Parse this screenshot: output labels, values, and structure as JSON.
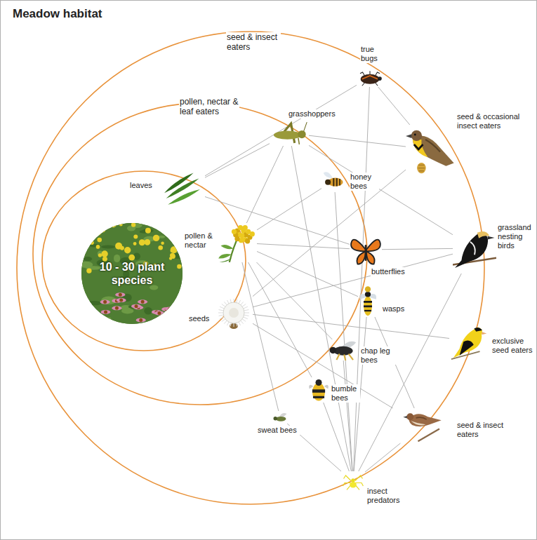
{
  "diagram": {
    "title": "Meadow habitat",
    "nodes": [
      {
        "text": [
          "10 - 30 plant species"
        ]
      },
      {
        "text": [
          "leaves"
        ]
      },
      {
        "text": [
          "pollen & nectar"
        ]
      },
      {
        "text": [
          "seeds"
        ]
      },
      {
        "text": [
          "true bugs"
        ]
      },
      {
        "text": [
          "grasshoppers"
        ]
      },
      {
        "text": [
          "honey bees"
        ]
      },
      {
        "text": [
          "butterflies"
        ]
      },
      {
        "text": [
          "wasps"
        ]
      },
      {
        "text": [
          "chap leg bees"
        ]
      },
      {
        "text": [
          "bumble bees"
        ]
      },
      {
        "text": [
          "sweat bees"
        ]
      },
      {
        "text": [
          "seed & occasional insect eaters"
        ]
      },
      {
        "text": [
          "grassland nesting birds"
        ]
      },
      {
        "text": [
          "exclusive seed eaters"
        ]
      },
      {
        "text": [
          "seed & insect eaters"
        ]
      },
      {
        "text": [
          "insect predators"
        ]
      }
    ],
    "edges": [
      {
        "from": 1,
        "to": 4,
        "arrow": "none"
      },
      {
        "from": 1,
        "to": 5,
        "arrow": "none"
      },
      {
        "from": 1,
        "to": 7,
        "arrow": "none"
      },
      {
        "from": 2,
        "to": 5,
        "arrow": "none"
      },
      {
        "from": 2,
        "to": 6,
        "arrow": "none"
      },
      {
        "from": 2,
        "to": 7,
        "arrow": "none"
      },
      {
        "from": 2,
        "to": 8,
        "arrow": "none"
      },
      {
        "from": 2,
        "to": 9,
        "arrow": "none"
      },
      {
        "from": 2,
        "to": 10,
        "arrow": "none"
      },
      {
        "from": 2,
        "to": 11,
        "arrow": "none"
      },
      {
        "from": 3,
        "to": 12,
        "arrow": "none"
      },
      {
        "from": 3,
        "to": 13,
        "arrow": "none"
      },
      {
        "from": 3,
        "to": 14,
        "arrow": "none"
      },
      {
        "from": 3,
        "to": 15,
        "arrow": "none"
      },
      {
        "from": 4,
        "to": 12,
        "arrow": "none"
      },
      {
        "from": 4,
        "to": 16,
        "arrow": "none"
      },
      {
        "from": 5,
        "to": 12,
        "arrow": "none"
      },
      {
        "from": 5,
        "to": 13,
        "arrow": "none"
      },
      {
        "from": 5,
        "to": 16,
        "arrow": "none"
      },
      {
        "from": 6,
        "to": 16,
        "arrow": "none"
      },
      {
        "from": 7,
        "to": 13,
        "arrow": "none"
      },
      {
        "from": 8,
        "to": 15,
        "arrow": "none"
      },
      {
        "from": 8,
        "to": 16,
        "arrow": "none"
      },
      {
        "from": 9,
        "to": 16,
        "arrow": "none"
      },
      {
        "from": 10,
        "to": 16,
        "arrow": "none"
      },
      {
        "from": 11,
        "to": 16,
        "arrow": "none"
      },
      {
        "from": 16,
        "to": 15,
        "arrow": "none"
      },
      {
        "from": 16,
        "to": 13,
        "arrow": "none"
      }
    ],
    "labels": [
      "seed & insect eaters",
      "pollen, nectar & leaf eaters"
    ]
  }
}
